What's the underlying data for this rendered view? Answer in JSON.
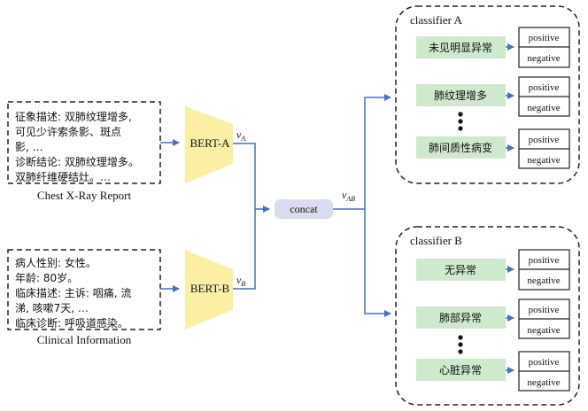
{
  "report": {
    "lines": [
      "征象描述: 双肺纹理增多,",
      "可见少许索条影、斑点",
      "影, …",
      "诊断结论: 双肺纹理增多。",
      "双肺纤维硬结灶。…"
    ],
    "caption": "Chest X-Ray Report"
  },
  "clinical": {
    "lines": [
      "病人性别: 女性。",
      "年龄: 80岁。",
      "临床描述: 主诉: 咽痛, 流",
      "涕, 咳嗽7天, …",
      "临床诊断: 呼吸道感染。"
    ],
    "caption": "Clinical Information"
  },
  "encoders": {
    "a_label": "BERT-A",
    "b_label": "BERT-B",
    "va_main": "v",
    "va_sub": "A",
    "vb_main": "v",
    "vb_sub": "B"
  },
  "concat": {
    "label": "concat",
    "vab_main": "v",
    "vab_sub": "AB"
  },
  "classifier_a": {
    "title": "classifier A",
    "labels": [
      "未见明显异常",
      "肺纹理增多",
      "肺间质性病变"
    ],
    "ellipsis": "⋮"
  },
  "classifier_b": {
    "title": "classifier B",
    "labels": [
      "无异常",
      "肺部异常",
      "心脏异常"
    ],
    "ellipsis": "⋮"
  },
  "outputs": {
    "positive": "positive",
    "negative": "negative"
  },
  "colors": {
    "encoder_fill": "#FBEFA3",
    "concat_fill": "#DADDF0",
    "label_fill": "#CFE9CC",
    "arrow": "#4472C4",
    "line": "#222222"
  }
}
